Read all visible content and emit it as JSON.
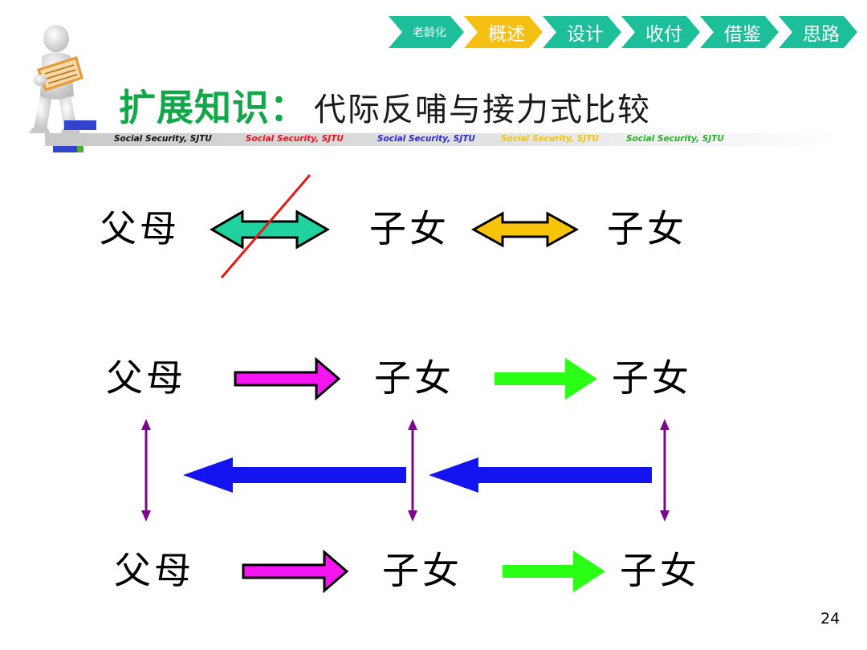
{
  "nav": {
    "items": [
      {
        "label": "老龄化",
        "color": "#1dbf9a"
      },
      {
        "label": "概述",
        "color": "#f6c012",
        "active": true
      },
      {
        "label": "设计",
        "color": "#1dbf9a"
      },
      {
        "label": "收付",
        "color": "#1dbf9a"
      },
      {
        "label": "借鉴",
        "color": "#1dbf9a"
      },
      {
        "label": "思路",
        "color": "#1dbf9a"
      }
    ]
  },
  "title": {
    "main": "扩展知识：",
    "sub": "代际反哺与接力式比较"
  },
  "ribbon": {
    "items": [
      {
        "text": "Social Security,  SJTU",
        "color": "#111111"
      },
      {
        "text": "Social Security,  SJTU",
        "color": "#e8121e"
      },
      {
        "text": "Social Security,  SJTU",
        "color": "#2c2ccc"
      },
      {
        "text": "Social Security,  SJTU",
        "color": "#f2c40e"
      },
      {
        "text": "Social Security,  SJTU",
        "color": "#2bb02b"
      }
    ]
  },
  "diagram": {
    "row1": {
      "a": "父母",
      "b": "子女",
      "c": "子女"
    },
    "row2": {
      "a": "父母",
      "b": "子女",
      "c": "子女"
    },
    "row3": {
      "a": "父母",
      "b": "子女",
      "c": "子女"
    },
    "colors": {
      "teal": "#1fd2a0",
      "gold": "#f8c40a",
      "magenta": "#f415f0",
      "green": "#2bff18",
      "blue": "#1414f0",
      "purple": "#7a0a8a",
      "cross": "#e81818"
    }
  },
  "page_number": "24"
}
